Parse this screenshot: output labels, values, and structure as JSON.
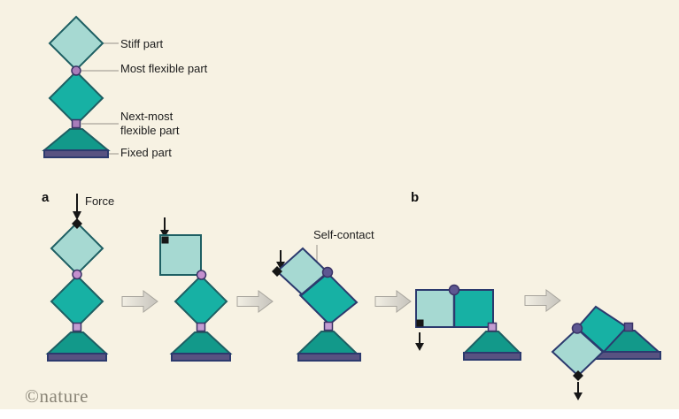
{
  "figure": {
    "watermark": "©nature",
    "panel_a_label": "a",
    "panel_b_label": "b"
  },
  "legend": {
    "stiff_label": "Stiff part",
    "most_flexible_label": "Most flexible part",
    "next_most_flexible_label": "Next-most flexible part",
    "fixed_label": "Fixed part"
  },
  "annotations": {
    "force_label": "Force",
    "self_contact_label": "Self-contact"
  },
  "colors": {
    "background": "#f7f2e3",
    "footer": "#ffffff",
    "stiff_part": "#a6d9d2",
    "flexible_part": "#17b1a4",
    "fixed_trapezoid": "#12998a",
    "fixed_bar": "#585281",
    "outline_teal": "#1e5f63",
    "outline_navy": "#2c3a6e",
    "joint_outline": "#3a3366",
    "joint_legend": "#a97cba",
    "joint_light": "#c48fce",
    "joint_square_light": "#c49cd2",
    "joint_dark": "#5d5791",
    "marker_black": "#161616",
    "leader_line": "#a8a49a",
    "transition_stroke": "#a7a49c",
    "text": "#1c1c1c",
    "watermark": "#8a8577"
  }
}
